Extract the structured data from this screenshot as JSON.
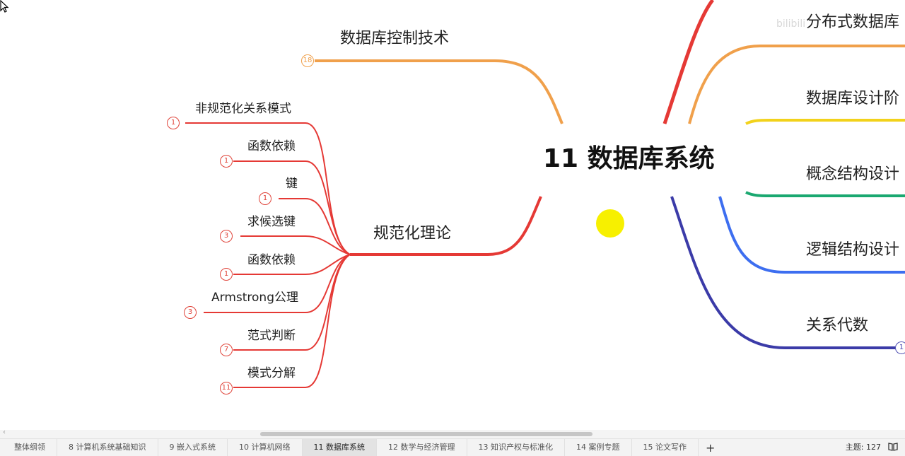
{
  "central_topic": "11 数据库系统",
  "left_branches": {
    "control": {
      "label": "数据库控制技术",
      "count": "18"
    },
    "normalization": {
      "label": "规范化理论",
      "children": [
        {
          "label": "非规范化关系模式",
          "count": "1"
        },
        {
          "label": "函数依赖",
          "count": "1"
        },
        {
          "label": "键",
          "count": "1"
        },
        {
          "label": "求候选键",
          "count": "3"
        },
        {
          "label": "函数依赖",
          "count": "1"
        },
        {
          "label": "Armstrong公理",
          "count": "3"
        },
        {
          "label": "范式判断",
          "count": "7"
        },
        {
          "label": "模式分解",
          "count": "11"
        }
      ]
    }
  },
  "right_branches": [
    {
      "label": "分布式数据库"
    },
    {
      "label": "数据库设计阶"
    },
    {
      "label": "概念结构设计"
    },
    {
      "label": "逻辑结构设计"
    },
    {
      "label": "关系代数",
      "count": "1"
    }
  ],
  "colors": {
    "red": "#e53935",
    "orange": "#f0a04b",
    "yellow": "#f2d21b",
    "green": "#1aa870",
    "blue": "#3d6ef0",
    "indigo": "#3b3ba8",
    "cursor_highlight": "#f7f000"
  },
  "watermark": "bilibili",
  "tabs": [
    {
      "label": "整体纲领"
    },
    {
      "label": "8 计算机系统基础知识"
    },
    {
      "label": "9 嵌入式系统"
    },
    {
      "label": "10 计算机网络"
    },
    {
      "label": "11 数据库系统"
    },
    {
      "label": "12 数学与经济管理"
    },
    {
      "label": "13 知识产权与标准化"
    },
    {
      "label": "14 案例专题"
    },
    {
      "label": "15 论文写作"
    }
  ],
  "active_tab": "11 数据库系统",
  "add_tab_label": "+",
  "status": {
    "topics": "主题: 127"
  },
  "icons": {
    "add": "plus-icon",
    "book": "book-icon",
    "cursor": "cursor-arrow-icon"
  }
}
